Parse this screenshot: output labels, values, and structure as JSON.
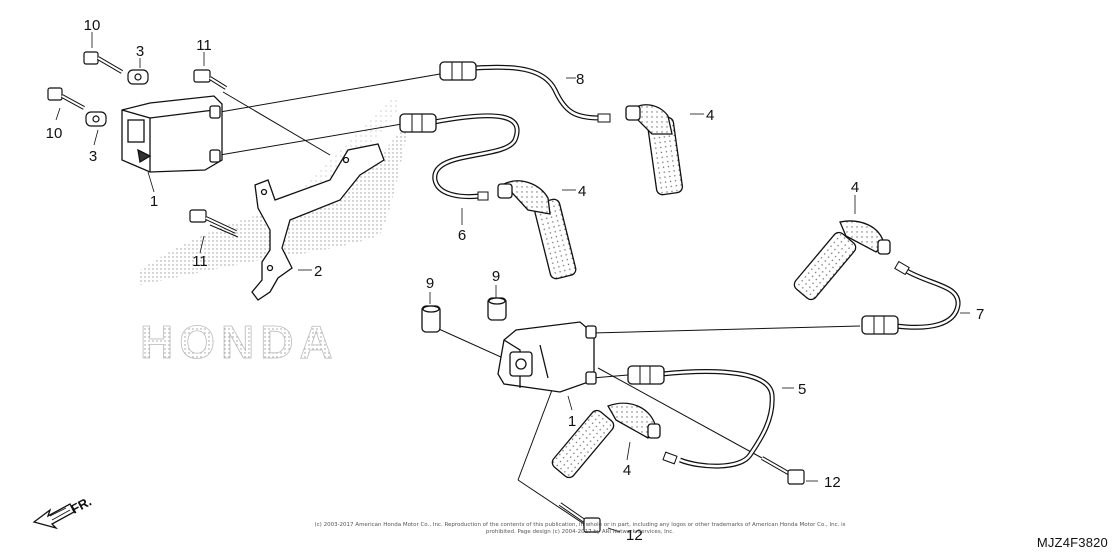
{
  "diagram": {
    "code": "MJZ4F3820",
    "direction_label": "FR.",
    "watermark": "HONDA",
    "copyright": "(c) 2003-2017 American Honda Motor Co., Inc. Reproduction of the contents of this publication, in whole or in part, including any logos or other trademarks of American Honda Motor Co., Inc. is prohibited. Page design (c) 2004-2017 by ARI Network Services, Inc."
  },
  "callouts": {
    "c10_top": "10",
    "c3_top": "3",
    "c11_top": "11",
    "c8": "8",
    "c4_a": "4",
    "c10_left": "10",
    "c3_left": "3",
    "c1_left": "1",
    "c6": "6",
    "c4_b": "4",
    "c11_left": "11",
    "c2": "2",
    "c4_c": "4",
    "c9_a": "9",
    "c9_b": "9",
    "c7": "7",
    "c5": "5",
    "c1_bottom": "1",
    "c4_d": "4",
    "c12_right": "12",
    "c12_bottom": "12"
  }
}
